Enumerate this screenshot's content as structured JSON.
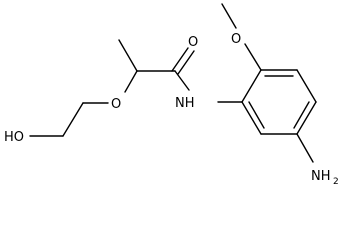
{
  "molecule": {
    "labels": {
      "methoxy_o": "O",
      "carbonyl_o": "O",
      "ether_o": "O",
      "amide_n": "NH",
      "amine_n": "NH",
      "amine_sub": "2",
      "hydroxyl": "HO"
    }
  }
}
